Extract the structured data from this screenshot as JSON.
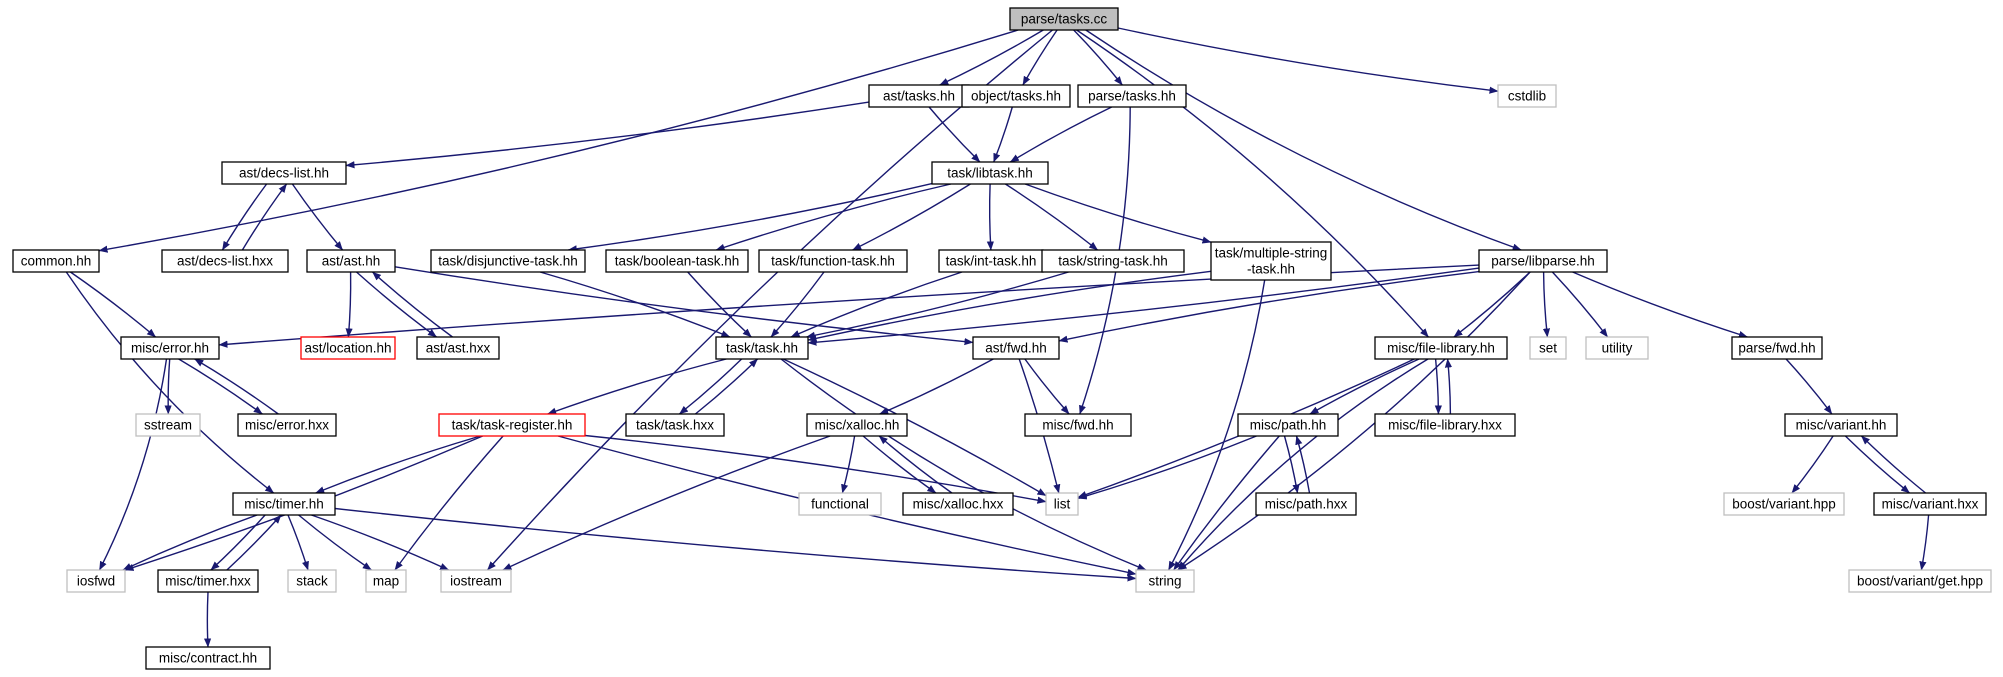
{
  "graph": {
    "root": "parse/tasks.cc",
    "colors": {
      "edge": "#191970",
      "node_border": "#000000",
      "root_fill": "#bfbfbf",
      "system_border": "#bfbfbf",
      "truncated_border": "#ff0000",
      "background": "#ffffff"
    },
    "nodes": [
      {
        "id": "n_root",
        "label": "parse/tasks.cc",
        "style": "root"
      },
      {
        "id": "n_ast_tasks",
        "label": "ast/tasks.hh",
        "style": "normal"
      },
      {
        "id": "n_object_tasks",
        "label": "object/tasks.hh",
        "style": "normal"
      },
      {
        "id": "n_parse_tasks",
        "label": "parse/tasks.hh",
        "style": "normal"
      },
      {
        "id": "n_cstdlib",
        "label": "cstdlib",
        "style": "system"
      },
      {
        "id": "n_decs_list",
        "label": "ast/decs-list.hh",
        "style": "normal"
      },
      {
        "id": "n_libtask",
        "label": "task/libtask.hh",
        "style": "normal"
      },
      {
        "id": "n_common",
        "label": "common.hh",
        "style": "normal"
      },
      {
        "id": "n_decs_list_hxx",
        "label": "ast/decs-list.hxx",
        "style": "normal"
      },
      {
        "id": "n_ast_ast",
        "label": "ast/ast.hh",
        "style": "normal"
      },
      {
        "id": "n_disj",
        "label": "task/disjunctive-task.hh",
        "style": "normal"
      },
      {
        "id": "n_bool",
        "label": "task/boolean-task.hh",
        "style": "normal"
      },
      {
        "id": "n_func",
        "label": "task/function-task.hh",
        "style": "normal"
      },
      {
        "id": "n_int",
        "label": "task/int-task.hh",
        "style": "normal"
      },
      {
        "id": "n_str_task",
        "label": "task/string-task.hh",
        "style": "normal"
      },
      {
        "id": "n_multi",
        "label": [
          "task/multiple-string",
          "-task.hh"
        ],
        "style": "normal"
      },
      {
        "id": "n_libparse",
        "label": "parse/libparse.hh",
        "style": "normal"
      },
      {
        "id": "n_misc_error",
        "label": "misc/error.hh",
        "style": "normal"
      },
      {
        "id": "n_location",
        "label": "ast/location.hh",
        "style": "truncated"
      },
      {
        "id": "n_ast_hxx",
        "label": "ast/ast.hxx",
        "style": "normal"
      },
      {
        "id": "n_task_task",
        "label": "task/task.hh",
        "style": "normal"
      },
      {
        "id": "n_ast_fwd",
        "label": "ast/fwd.hh",
        "style": "normal"
      },
      {
        "id": "n_file_lib",
        "label": "misc/file-library.hh",
        "style": "normal"
      },
      {
        "id": "n_set",
        "label": "set",
        "style": "system"
      },
      {
        "id": "n_utility",
        "label": "utility",
        "style": "system"
      },
      {
        "id": "n_parse_fwd",
        "label": "parse/fwd.hh",
        "style": "normal"
      },
      {
        "id": "n_sstream",
        "label": "sstream",
        "style": "system"
      },
      {
        "id": "n_error_hxx",
        "label": "misc/error.hxx",
        "style": "normal"
      },
      {
        "id": "n_task_register",
        "label": "task/task-register.hh",
        "style": "truncated"
      },
      {
        "id": "n_task_hxx",
        "label": "task/task.hxx",
        "style": "normal"
      },
      {
        "id": "n_xalloc",
        "label": "misc/xalloc.hh",
        "style": "normal"
      },
      {
        "id": "n_misc_fwd",
        "label": "misc/fwd.hh",
        "style": "normal"
      },
      {
        "id": "n_path",
        "label": "misc/path.hh",
        "style": "normal"
      },
      {
        "id": "n_file_lib_hxx",
        "label": "misc/file-library.hxx",
        "style": "normal"
      },
      {
        "id": "n_variant",
        "label": "misc/variant.hh",
        "style": "normal"
      },
      {
        "id": "n_timer",
        "label": "misc/timer.hh",
        "style": "normal"
      },
      {
        "id": "n_functional",
        "label": "functional",
        "style": "system"
      },
      {
        "id": "n_xalloc_hxx",
        "label": "misc/xalloc.hxx",
        "style": "normal"
      },
      {
        "id": "n_list",
        "label": "list",
        "style": "system"
      },
      {
        "id": "n_path_hxx",
        "label": "misc/path.hxx",
        "style": "normal"
      },
      {
        "id": "n_boost_variant",
        "label": "boost/variant.hpp",
        "style": "system"
      },
      {
        "id": "n_variant_hxx",
        "label": "misc/variant.hxx",
        "style": "normal"
      },
      {
        "id": "n_iosfwd",
        "label": "iosfwd",
        "style": "system"
      },
      {
        "id": "n_timer_hxx",
        "label": "misc/timer.hxx",
        "style": "normal"
      },
      {
        "id": "n_stack",
        "label": "stack",
        "style": "system"
      },
      {
        "id": "n_map",
        "label": "map",
        "style": "system"
      },
      {
        "id": "n_iostream",
        "label": "iostream",
        "style": "system"
      },
      {
        "id": "n_string",
        "label": "string",
        "style": "system"
      },
      {
        "id": "n_boost_get",
        "label": "boost/variant/get.hpp",
        "style": "system"
      },
      {
        "id": "n_contract",
        "label": "misc/contract.hh",
        "style": "normal"
      }
    ],
    "edges": [
      [
        "n_root",
        "n_ast_tasks"
      ],
      [
        "n_root",
        "n_object_tasks"
      ],
      [
        "n_root",
        "n_parse_tasks"
      ],
      [
        "n_root",
        "n_cstdlib"
      ],
      [
        "n_root",
        "n_common"
      ],
      [
        "n_root",
        "n_iostream"
      ],
      [
        "n_root",
        "n_file_lib"
      ],
      [
        "n_root",
        "n_libparse"
      ],
      [
        "n_ast_tasks",
        "n_decs_list"
      ],
      [
        "n_ast_tasks",
        "n_libtask"
      ],
      [
        "n_object_tasks",
        "n_libtask"
      ],
      [
        "n_parse_tasks",
        "n_libtask"
      ],
      [
        "n_parse_tasks",
        "n_misc_fwd"
      ],
      [
        "n_decs_list",
        "n_decs_list_hxx"
      ],
      [
        "n_decs_list_hxx",
        "n_decs_list"
      ],
      [
        "n_decs_list",
        "n_ast_ast"
      ],
      [
        "n_libtask",
        "n_disj"
      ],
      [
        "n_libtask",
        "n_bool"
      ],
      [
        "n_libtask",
        "n_func"
      ],
      [
        "n_libtask",
        "n_int"
      ],
      [
        "n_libtask",
        "n_str_task"
      ],
      [
        "n_libtask",
        "n_multi"
      ],
      [
        "n_common",
        "n_misc_error"
      ],
      [
        "n_common",
        "n_timer"
      ],
      [
        "n_ast_ast",
        "n_location"
      ],
      [
        "n_ast_ast",
        "n_ast_hxx"
      ],
      [
        "n_ast_hxx",
        "n_ast_ast"
      ],
      [
        "n_ast_ast",
        "n_ast_fwd"
      ],
      [
        "n_disj",
        "n_task_task"
      ],
      [
        "n_bool",
        "n_task_task"
      ],
      [
        "n_func",
        "n_task_task"
      ],
      [
        "n_int",
        "n_task_task"
      ],
      [
        "n_str_task",
        "n_task_task"
      ],
      [
        "n_multi",
        "n_task_task"
      ],
      [
        "n_multi",
        "n_string"
      ],
      [
        "n_libparse",
        "n_misc_error"
      ],
      [
        "n_libparse",
        "n_task_task"
      ],
      [
        "n_libparse",
        "n_ast_fwd"
      ],
      [
        "n_libparse",
        "n_file_lib"
      ],
      [
        "n_libparse",
        "n_set"
      ],
      [
        "n_libparse",
        "n_utility"
      ],
      [
        "n_libparse",
        "n_parse_fwd"
      ],
      [
        "n_libparse",
        "n_string"
      ],
      [
        "n_misc_error",
        "n_sstream"
      ],
      [
        "n_misc_error",
        "n_error_hxx"
      ],
      [
        "n_error_hxx",
        "n_misc_error"
      ],
      [
        "n_misc_error",
        "n_iosfwd"
      ],
      [
        "n_task_task",
        "n_task_register"
      ],
      [
        "n_task_task",
        "n_task_hxx"
      ],
      [
        "n_task_hxx",
        "n_task_task"
      ],
      [
        "n_task_task",
        "n_list"
      ],
      [
        "n_task_task",
        "n_string"
      ],
      [
        "n_ast_fwd",
        "n_xalloc"
      ],
      [
        "n_ast_fwd",
        "n_misc_fwd"
      ],
      [
        "n_ast_fwd",
        "n_list"
      ],
      [
        "n_file_lib",
        "n_path"
      ],
      [
        "n_file_lib",
        "n_file_lib_hxx"
      ],
      [
        "n_file_lib_hxx",
        "n_file_lib"
      ],
      [
        "n_file_lib",
        "n_list"
      ],
      [
        "n_file_lib",
        "n_string"
      ],
      [
        "n_parse_fwd",
        "n_variant"
      ],
      [
        "n_task_register",
        "n_timer"
      ],
      [
        "n_task_register",
        "n_iosfwd"
      ],
      [
        "n_task_register",
        "n_map"
      ],
      [
        "n_task_register",
        "n_list"
      ],
      [
        "n_task_register",
        "n_string"
      ],
      [
        "n_xalloc",
        "n_functional"
      ],
      [
        "n_xalloc",
        "n_xalloc_hxx"
      ],
      [
        "n_xalloc_hxx",
        "n_xalloc"
      ],
      [
        "n_xalloc",
        "n_iostream"
      ],
      [
        "n_path",
        "n_path_hxx"
      ],
      [
        "n_path_hxx",
        "n_path"
      ],
      [
        "n_path",
        "n_list"
      ],
      [
        "n_path",
        "n_string"
      ],
      [
        "n_variant",
        "n_boost_variant"
      ],
      [
        "n_variant",
        "n_variant_hxx"
      ],
      [
        "n_variant_hxx",
        "n_variant"
      ],
      [
        "n_timer",
        "n_iosfwd"
      ],
      [
        "n_timer",
        "n_timer_hxx"
      ],
      [
        "n_timer_hxx",
        "n_timer"
      ],
      [
        "n_timer",
        "n_stack"
      ],
      [
        "n_timer",
        "n_map"
      ],
      [
        "n_timer",
        "n_iostream"
      ],
      [
        "n_timer",
        "n_string"
      ],
      [
        "n_variant_hxx",
        "n_boost_get"
      ],
      [
        "n_timer_hxx",
        "n_contract"
      ]
    ]
  }
}
